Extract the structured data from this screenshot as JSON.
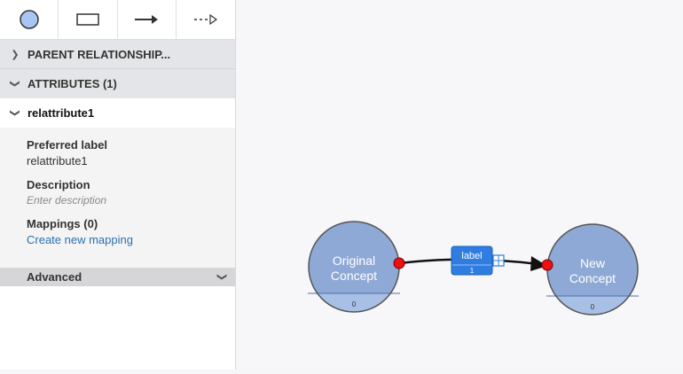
{
  "toolbar": {
    "tools": [
      "circle-node-tool",
      "rectangle-node-tool",
      "arrow-relation-tool",
      "dashed-arrow-relation-tool"
    ]
  },
  "sidebar": {
    "parent_section": "PARENT RELATIONSHIP...",
    "attributes_section": "ATTRIBUTES (1)",
    "attribute": {
      "name": "relattribute1",
      "preferred_label_title": "Preferred label",
      "preferred_label_value": "relattribute1",
      "description_title": "Description",
      "description_placeholder": "Enter description",
      "mappings_title": "Mappings (0)",
      "create_mapping_link": "Create new mapping",
      "advanced_label": "Advanced"
    }
  },
  "canvas": {
    "nodes": [
      {
        "line1": "Original",
        "line2": "Concept",
        "count": "0"
      },
      {
        "line1": "New",
        "line2": "Concept",
        "count": "0"
      }
    ],
    "edge": {
      "label": "label",
      "count": "1"
    },
    "colors": {
      "node_fill": "#8fa9d6",
      "node_footer": "#a9c0e6",
      "node_stroke": "#555555",
      "endpoint": "#ee1111",
      "edge_label_bg": "#2f7de0"
    }
  }
}
